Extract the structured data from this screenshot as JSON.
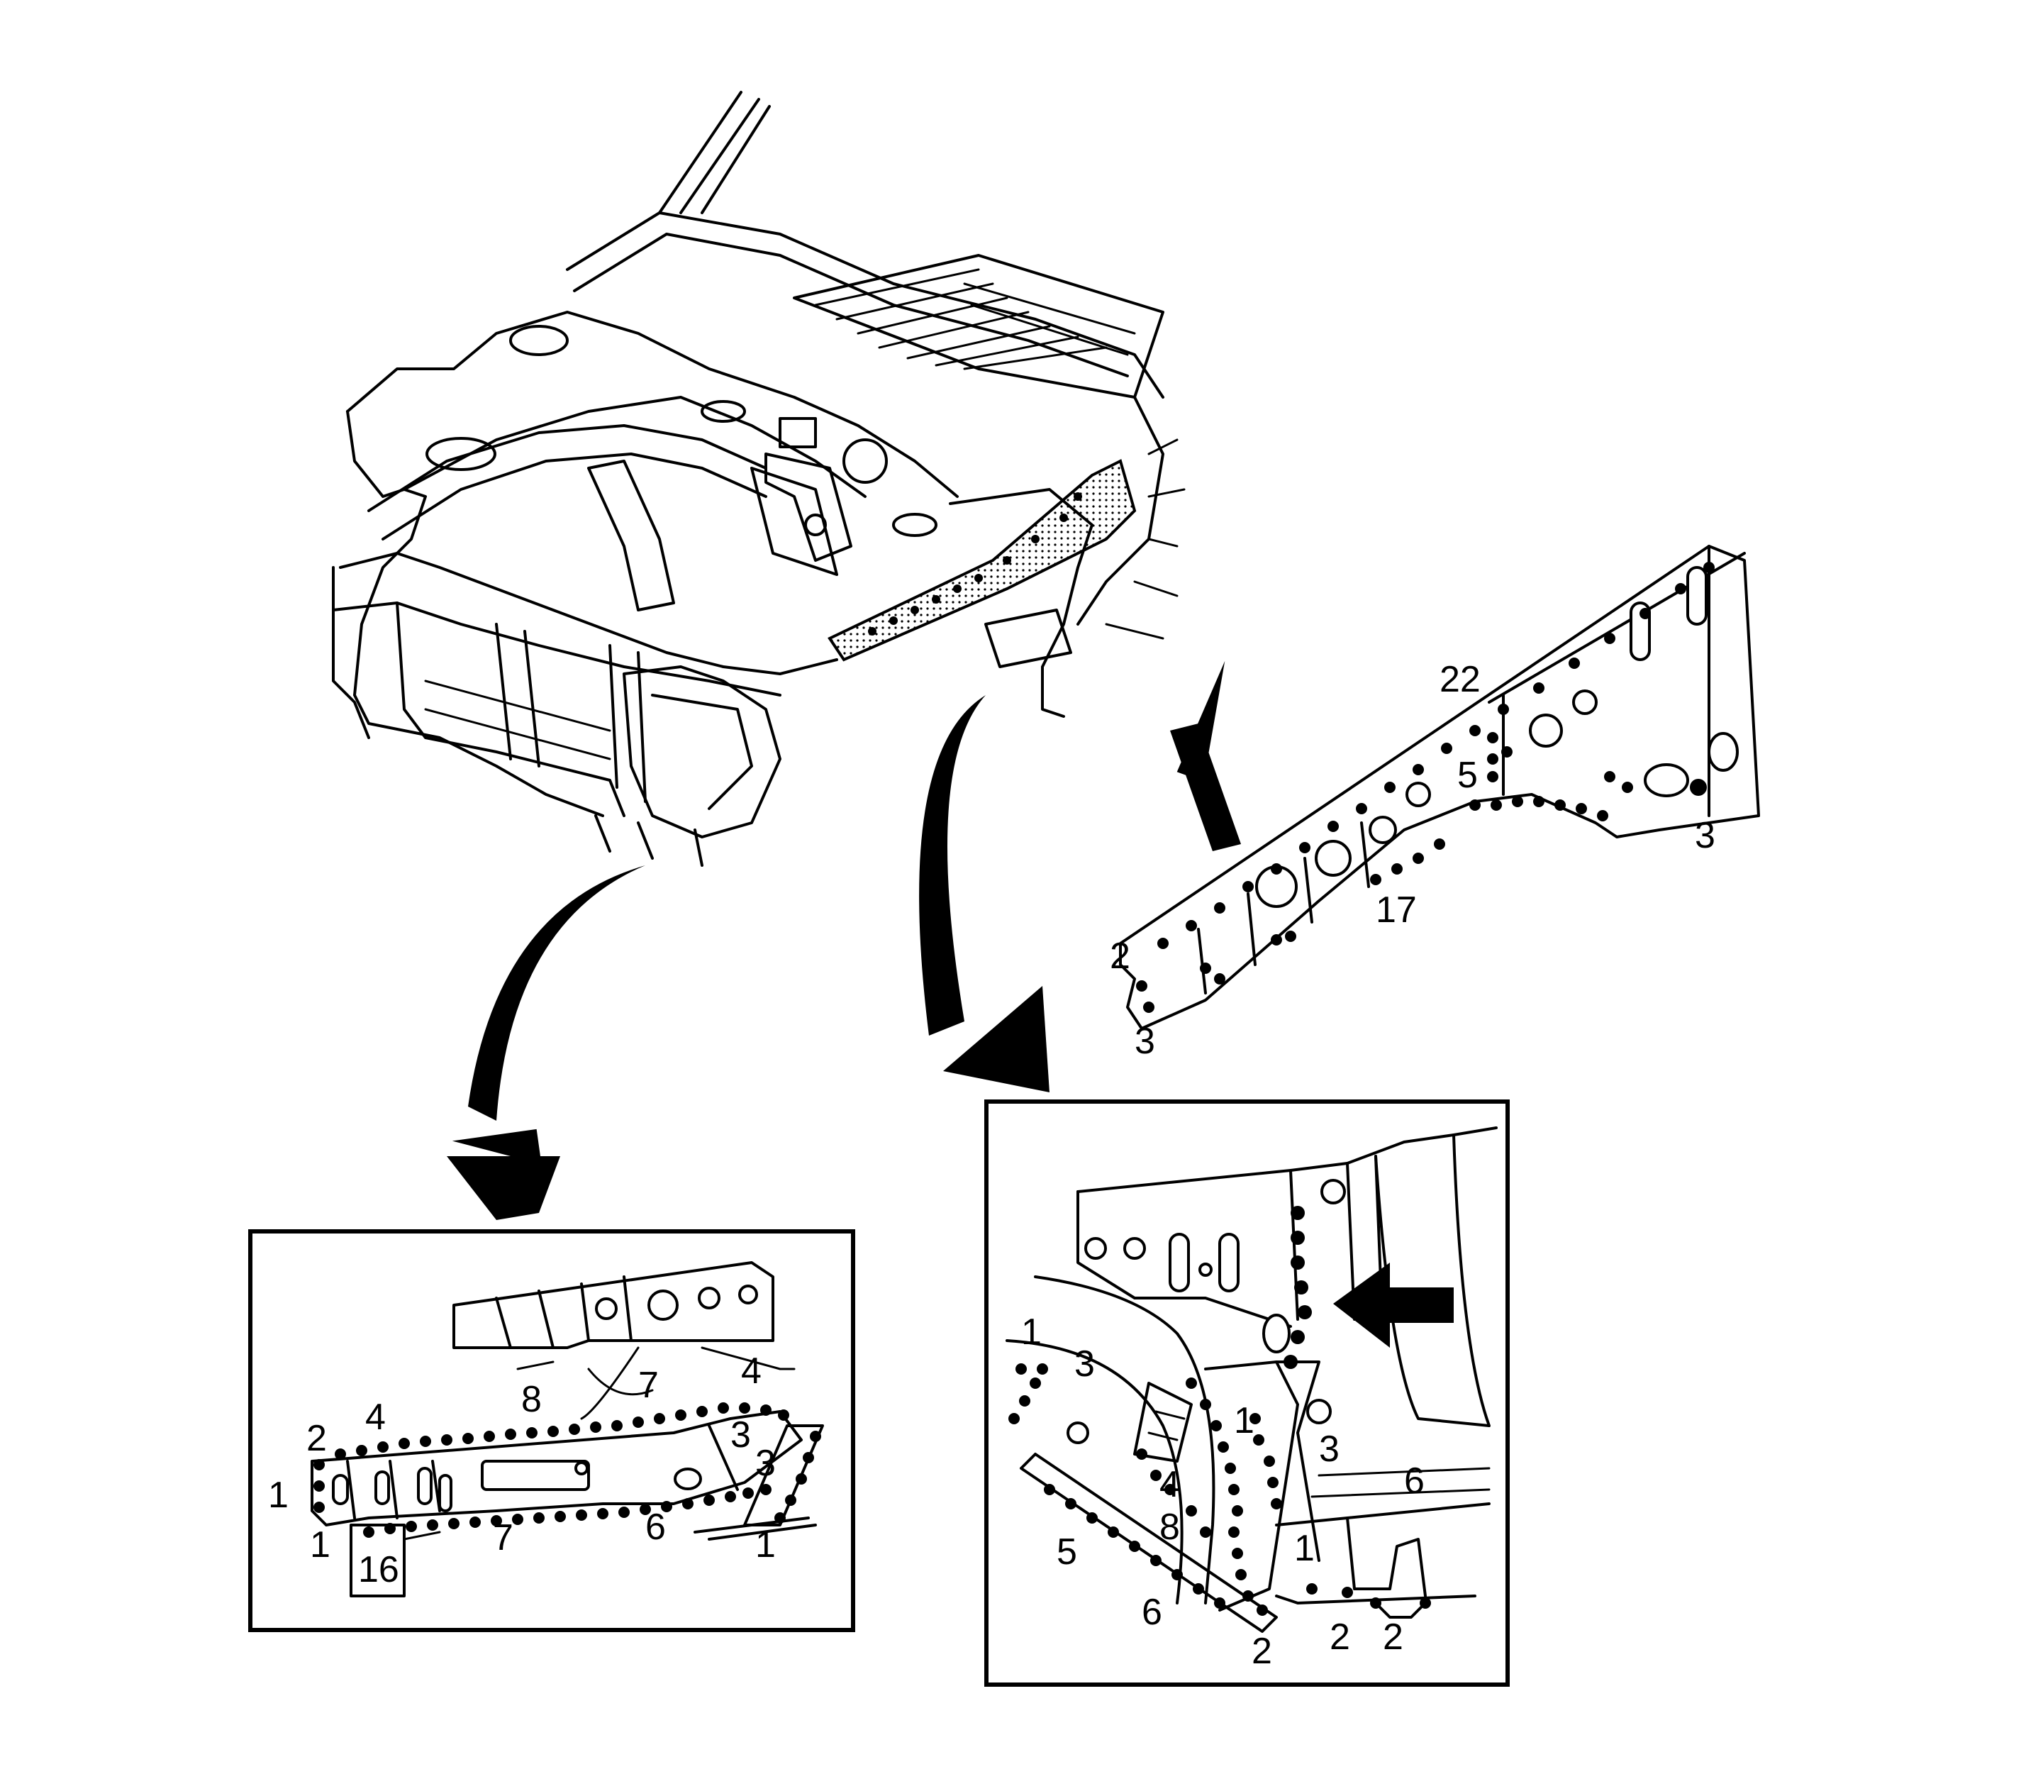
{
  "callouts": {
    "right_part": [
      "22",
      "5",
      "3",
      "17",
      "2",
      "3"
    ],
    "bottom_left": [
      "2",
      "4",
      "8",
      "7",
      "4",
      "3",
      "3",
      "1",
      "1",
      "16",
      "7",
      "6",
      "1"
    ],
    "bottom_right": [
      "1",
      "3",
      "1",
      "4",
      "8",
      "3",
      "6",
      "1",
      "5",
      "6",
      "2",
      "2",
      "2"
    ]
  },
  "icons": [
    "curved-arrow",
    "straight-arrow",
    "spot-weld-dot",
    "vehicle-front-structure"
  ]
}
